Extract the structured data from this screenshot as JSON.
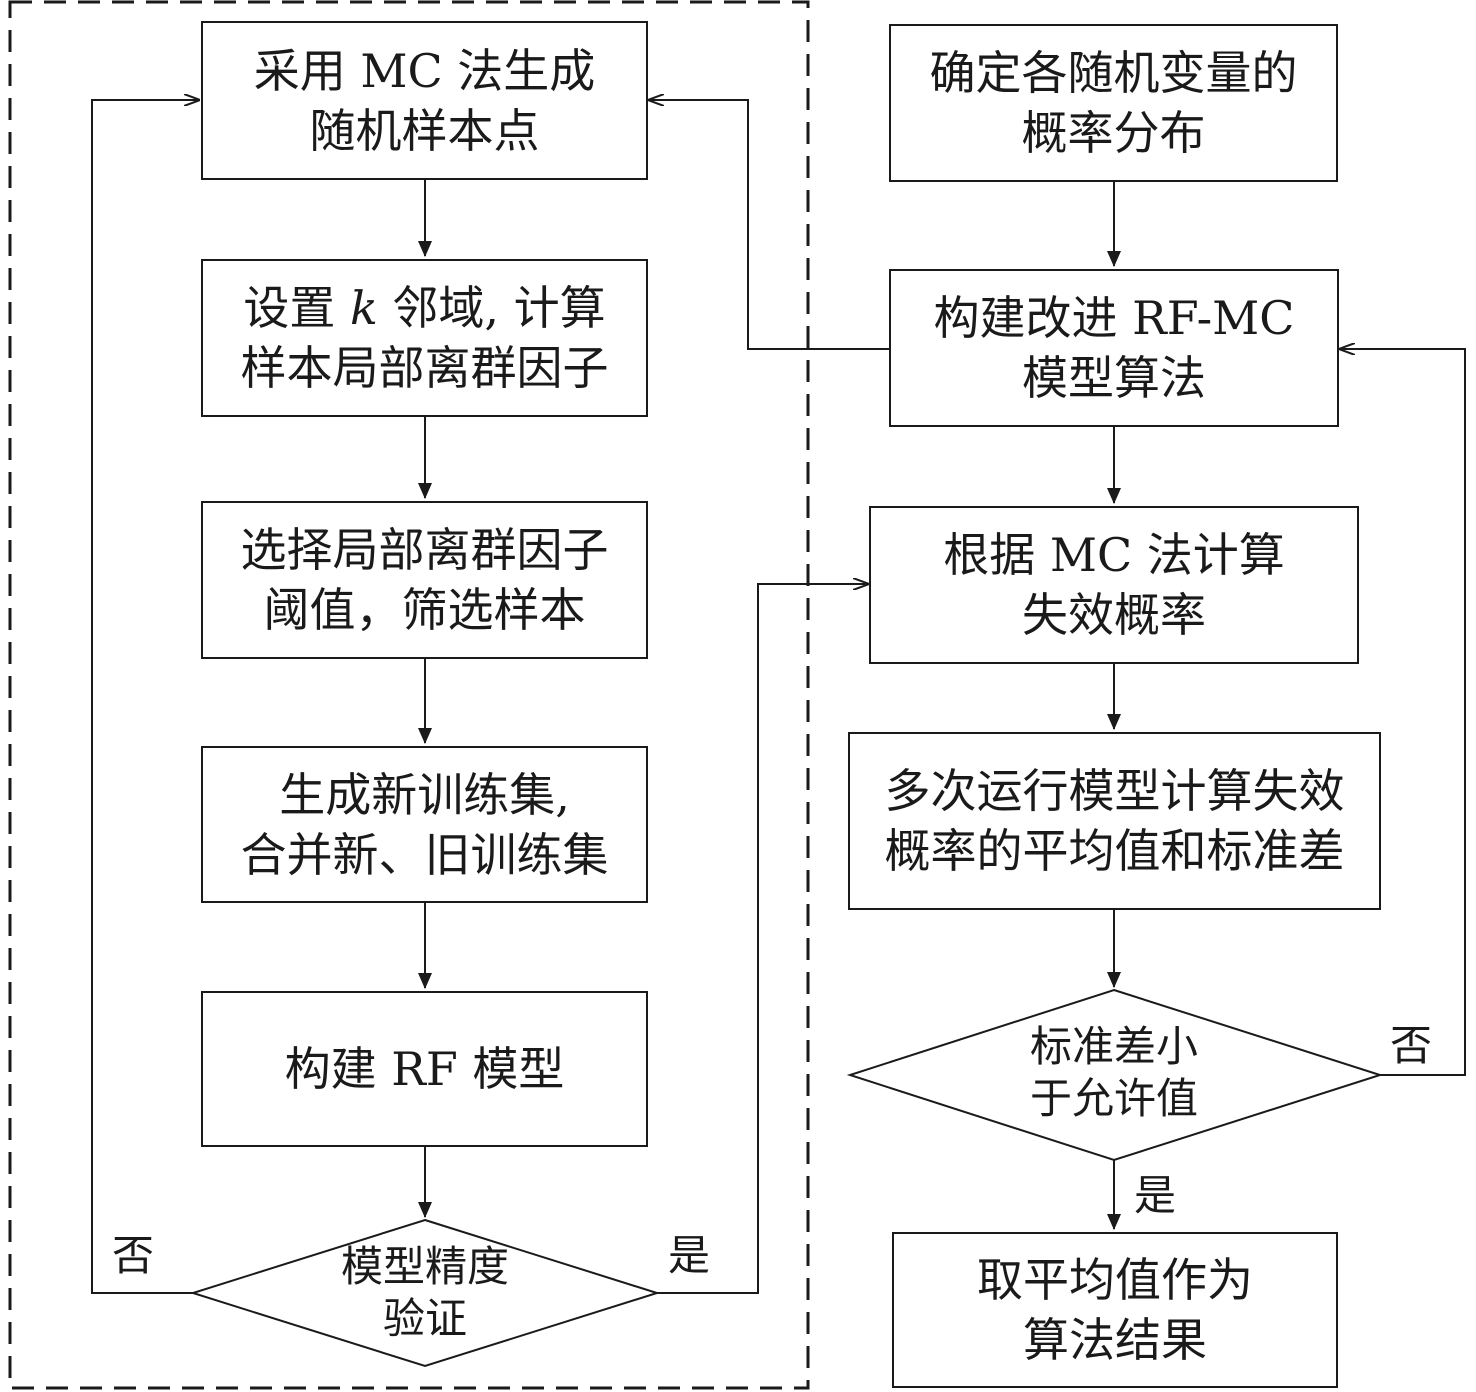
{
  "left": {
    "n1": [
      "采用 MC 法生成",
      "随机样本点"
    ],
    "n2": {
      "pre": "设置 ",
      "var": "k",
      "post": " 邻域, 计算",
      "line2": "样本局部离群因子"
    },
    "n3": [
      "选择局部离群因子",
      "阈值，筛选样本"
    ],
    "n4": [
      "生成新训练集,",
      "合并新、旧训练集"
    ],
    "n5": [
      "构建 RF 模型"
    ],
    "d1": [
      "模型精度",
      "验证"
    ],
    "no_label": "否",
    "yes_label": "是"
  },
  "right": {
    "r1": [
      "确定各随机变量的",
      "概率分布"
    ],
    "r2": [
      "构建改进 RF-MC",
      "模型算法"
    ],
    "r3": [
      "根据 MC 法计算",
      "失效概率"
    ],
    "r4": [
      "多次运行模型计算失效",
      "概率的平均值和标准差"
    ],
    "d2": [
      "标准差小",
      "于允许值"
    ],
    "r5": [
      "取平均值作为",
      "算法结果"
    ],
    "no_label": "否",
    "yes_label": "是"
  }
}
